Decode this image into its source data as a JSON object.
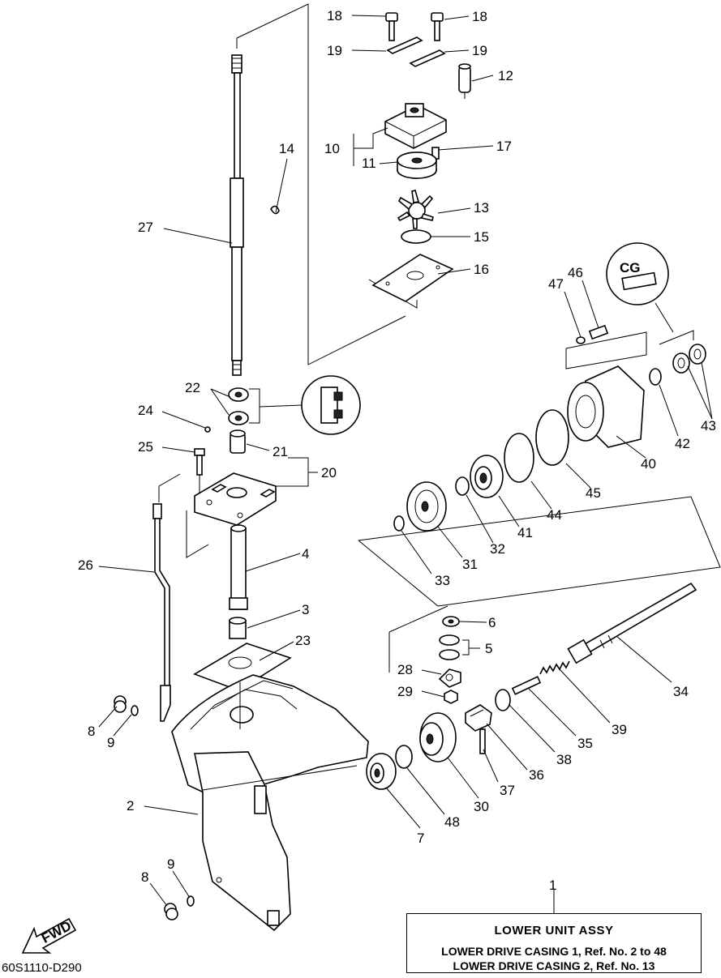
{
  "labels": [
    {
      "n": "18"
    },
    {
      "n": "18"
    },
    {
      "n": "19"
    },
    {
      "n": "19"
    },
    {
      "n": "12"
    },
    {
      "n": "10"
    },
    {
      "n": "17"
    },
    {
      "n": "11"
    },
    {
      "n": "13"
    },
    {
      "n": "15"
    },
    {
      "n": "16"
    },
    {
      "n": "14"
    },
    {
      "n": "27"
    },
    {
      "n": "47"
    },
    {
      "n": "46"
    },
    {
      "n": "22"
    },
    {
      "n": "24"
    },
    {
      "n": "21"
    },
    {
      "n": "25"
    },
    {
      "n": "20"
    },
    {
      "n": "43"
    },
    {
      "n": "42"
    },
    {
      "n": "40"
    },
    {
      "n": "45"
    },
    {
      "n": "44"
    },
    {
      "n": "41"
    },
    {
      "n": "32"
    },
    {
      "n": "31"
    },
    {
      "n": "33"
    },
    {
      "n": "26"
    },
    {
      "n": "4"
    },
    {
      "n": "3"
    },
    {
      "n": "6"
    },
    {
      "n": "5"
    },
    {
      "n": "23"
    },
    {
      "n": "28"
    },
    {
      "n": "29"
    },
    {
      "n": "34"
    },
    {
      "n": "39"
    },
    {
      "n": "35"
    },
    {
      "n": "38"
    },
    {
      "n": "36"
    },
    {
      "n": "37"
    },
    {
      "n": "30"
    },
    {
      "n": "48"
    },
    {
      "n": "7"
    },
    {
      "n": "8"
    },
    {
      "n": "9"
    },
    {
      "n": "2"
    },
    {
      "n": "9"
    },
    {
      "n": "8"
    },
    {
      "n": "1"
    }
  ],
  "title_box": {
    "title": "LOWER UNIT ASSY",
    "line1": "LOWER DRIVE CASING 1, Ref. No. 2 to 48",
    "line2": "LOWER DRIVE CASING 2, Ref. No. 13"
  },
  "fwd_label": "FWD",
  "diagram_code": "60S1110-D290",
  "callout_text": "CG"
}
